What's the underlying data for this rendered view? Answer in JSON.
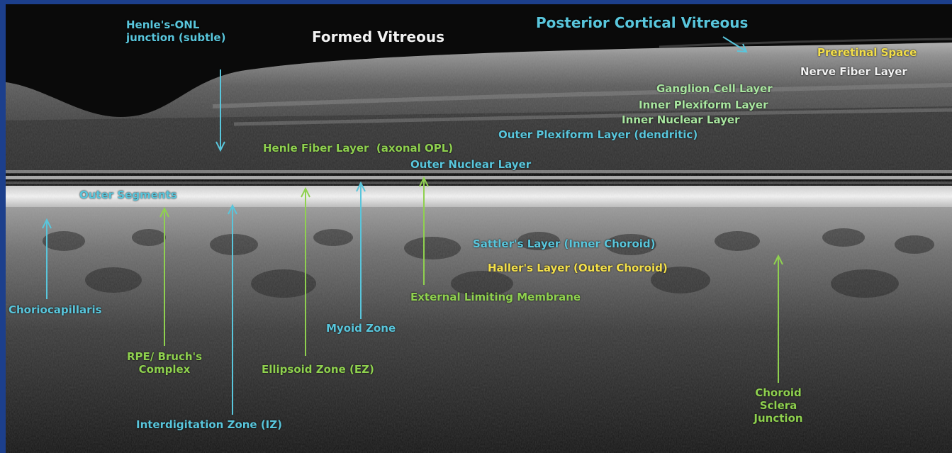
{
  "colors": {
    "cyan": "#59c6dc",
    "green": "#8fd14f",
    "yellow": "#f4e04a",
    "white": "#f2f2f2",
    "mint": "#a9e6a0",
    "frame": "#1c3f8c"
  },
  "labels": {
    "henle_onl_line1": "Henle's-ONL",
    "henle_onl_line2": "junction (subtle)",
    "formed_vitreous": "Formed Vitreous",
    "posterior_cortical_vitreous": "Posterior Cortical Vitreous",
    "preretinal_space": "Preretinal Space",
    "nerve_fiber_layer": "Nerve Fiber Layer",
    "ganglion_cell_layer": "Ganglion Cell Layer",
    "inner_plexiform_layer": "Inner Plexiform Layer",
    "inner_nuclear_layer": "Inner Nuclear Layer",
    "outer_plexiform_layer": "Outer Plexiform Layer (dendritic)",
    "henle_fiber_layer": "Henle Fiber Layer  (axonal OPL)",
    "outer_nuclear_layer": "Outer Nuclear Layer",
    "outer_segments": "Outer Segments",
    "sattlers_layer": "Sattler's Layer (Inner Choroid)",
    "hallers_layer": "Haller's Layer (Outer Choroid)",
    "external_limiting_membrane": "External Limiting Membrane",
    "choriocapillaris": "Choriocapillaris",
    "myoid_zone": "Myoid Zone",
    "rpe_line1": "RPE/ Bruch's",
    "rpe_line2": "Complex",
    "ellipsoid_zone": "Ellipsoid Zone (EZ)",
    "choroid_line1": "Choroid",
    "choroid_line2": "Sclera",
    "choroid_line3": "Junction",
    "interdigitation_zone": "Interdigitation Zone (IZ)"
  }
}
